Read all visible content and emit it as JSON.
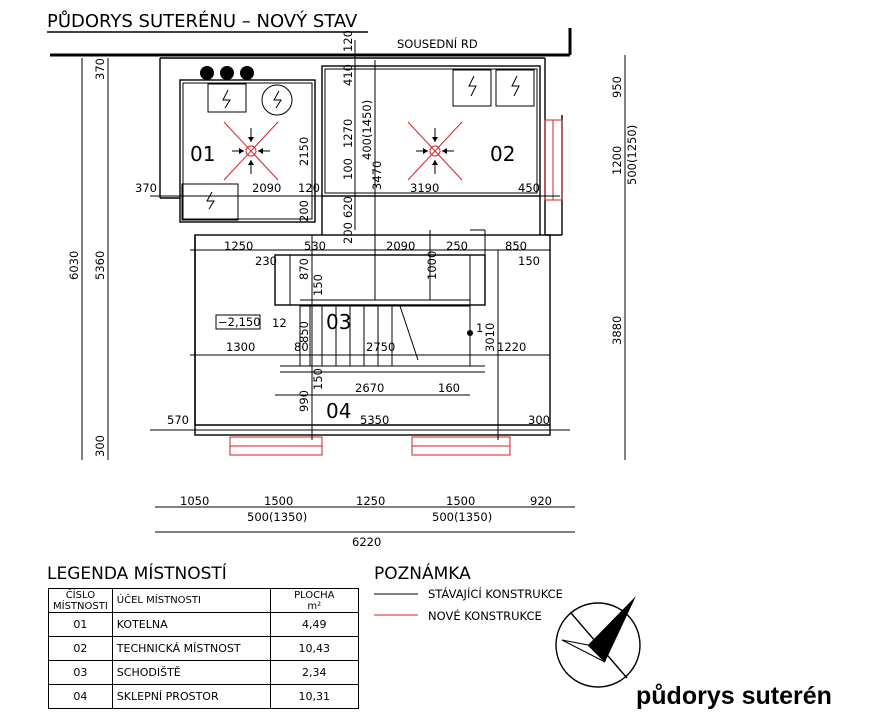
{
  "title": "PŮDORYS SUTERÉNU – NOVÝ STAV",
  "neighbor_label": "SOUSEDNÍ RD",
  "rooms": {
    "r01": "01",
    "r02": "02",
    "r03": "03",
    "r04": "04"
  },
  "level_mark": "−2,150",
  "step_numbers": {
    "first": "12",
    "last": "1"
  },
  "dimensions": {
    "d120_top": "120",
    "d410": "410",
    "d1270": "1270",
    "d400_1450": "400(1450)",
    "d3470": "3470",
    "d100": "100",
    "d620": "620",
    "d200a": "200",
    "d200b": "200",
    "d2150": "2150",
    "d370_left": "370",
    "d2090a": "2090",
    "d120_mid": "120",
    "d3190": "3190",
    "d450": "450",
    "d1250_top": "1250",
    "d530": "530",
    "d2090b": "2090",
    "d250": "250",
    "d850": "850",
    "d230": "230",
    "d150a": "150",
    "d870": "870",
    "d1000": "1000",
    "d150b": "150",
    "d850b": "850",
    "d1300": "1300",
    "d80": "80",
    "d2750": "2750",
    "d3010": "3010",
    "d1220": "1220",
    "d150c": "150",
    "d2670": "2670",
    "d160": "160",
    "d990": "990",
    "d570": "570",
    "d5350": "5350",
    "d300": "300",
    "d6030": "6030",
    "d5360": "5360",
    "d370_top": "370",
    "d300_bot": "300",
    "d950": "950",
    "d1200": "1200",
    "d500_1250": "500(1250)",
    "d3880": "3880",
    "b1050": "1050",
    "b1500a": "1500",
    "b1250": "1250",
    "b1500b": "1500",
    "b920": "920",
    "b500_1350a": "500(1350)",
    "b500_1350b": "500(1350)",
    "b6220": "6220"
  },
  "legend_title": "LEGENDA MÍSTNOSTÍ",
  "legend_headers": {
    "number": "ČÍSLO\nMÍSTNOSTI",
    "purpose": "ÚČEL MÍSTNOSTI",
    "area": "PLOCHA"
  },
  "legend_area_unit": "m²",
  "legend_rows": [
    {
      "number": "01",
      "purpose": "KOTELNA",
      "area": "4,49"
    },
    {
      "number": "02",
      "purpose": "TECHNICKÁ MÍSTNOST",
      "area": "10,43"
    },
    {
      "number": "03",
      "purpose": "SCHODIŠTĚ",
      "area": "2,34"
    },
    {
      "number": "04",
      "purpose": "SKLEPNÍ PROSTOR",
      "area": "10,31"
    }
  ],
  "note_title": "POZNÁMKA",
  "note_existing": "STÁVAJÍCÍ KONSTRUKCE",
  "note_new": "NOVÉ KONSTRUKCE",
  "caption": "půdorys suterén",
  "colors": {
    "new_construction": "#d2232a",
    "existing": "#000000"
  }
}
